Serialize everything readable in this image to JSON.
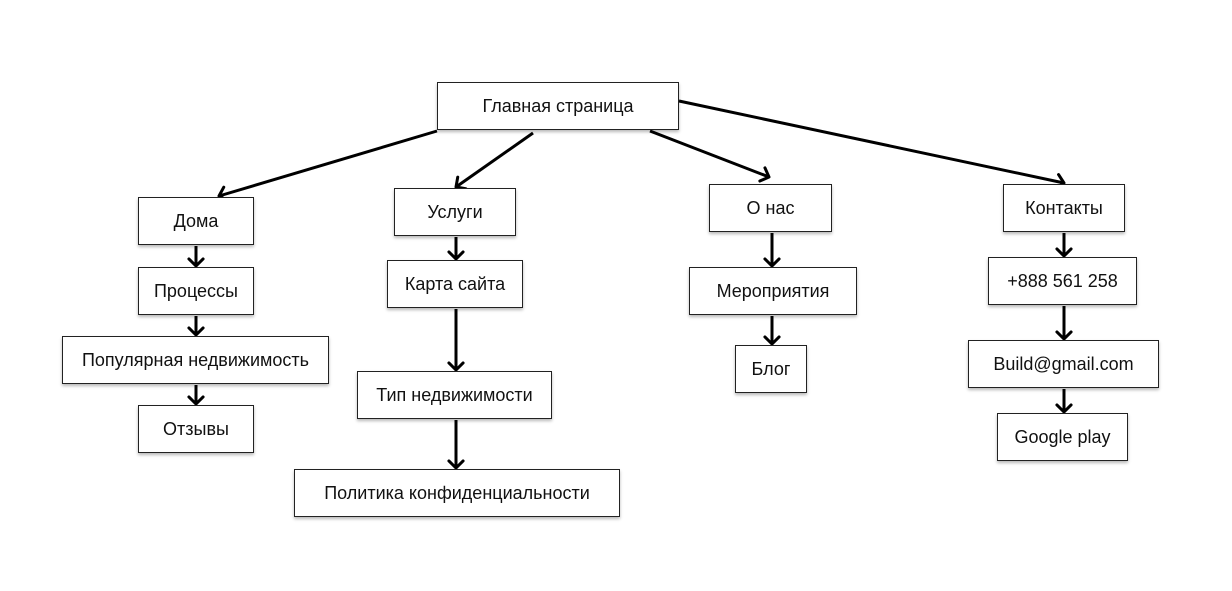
{
  "diagram": {
    "nodes": {
      "root": "Главная страница",
      "homes": "Дома",
      "processes": "Процессы",
      "popular": "Популярная недвижимость",
      "reviews": "Отзывы",
      "services": "Услуги",
      "sitemap": "Карта сайта",
      "property_type": "Тип недвижимости",
      "privacy": "Политика конфиденциальности",
      "about": "О нас",
      "events": "Мероприятия",
      "blog": "Блог",
      "contacts": "Контакты",
      "phone": "+888 561 258",
      "email": "Build@gmail.com",
      "google_play": "Google play"
    },
    "edges": [
      [
        "root",
        "homes"
      ],
      [
        "root",
        "services"
      ],
      [
        "root",
        "about"
      ],
      [
        "root",
        "contacts"
      ],
      [
        "homes",
        "processes"
      ],
      [
        "processes",
        "popular"
      ],
      [
        "popular",
        "reviews"
      ],
      [
        "services",
        "sitemap"
      ],
      [
        "sitemap",
        "property_type"
      ],
      [
        "property_type",
        "privacy"
      ],
      [
        "about",
        "events"
      ],
      [
        "events",
        "blog"
      ],
      [
        "contacts",
        "phone"
      ],
      [
        "phone",
        "email"
      ],
      [
        "email",
        "google_play"
      ]
    ]
  }
}
